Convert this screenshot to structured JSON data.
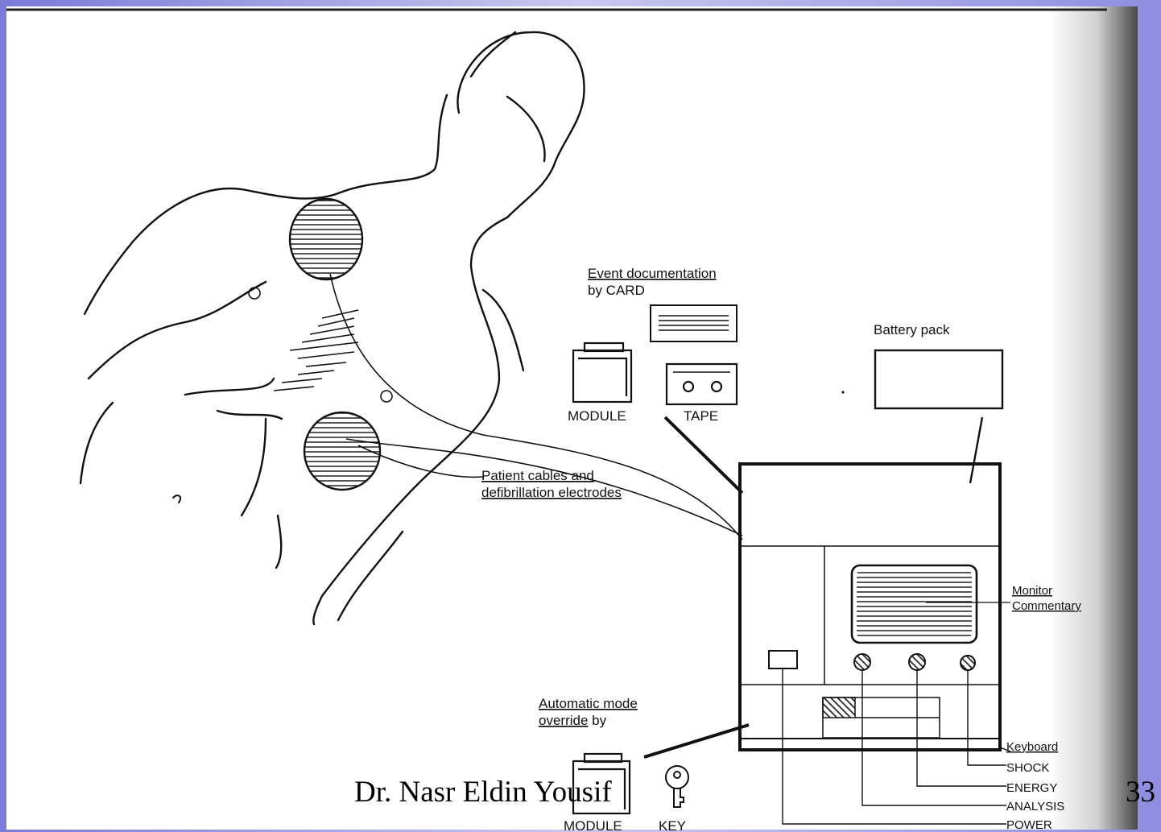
{
  "labels": {
    "event_documentation": "Event documentation",
    "by_card": "by CARD",
    "battery_pack": "Battery pack",
    "module": "MODULE",
    "tape": "TAPE",
    "patient_cables_1": "Patient cables and",
    "patient_cables_2": "defibrillation electrodes",
    "monitor": "Monitor",
    "commentary": "Commentary",
    "automatic_mode": "Automatic mode",
    "override": "override",
    "by": "by",
    "keyboard": "Keyboard",
    "shock": "SHOCK",
    "energy": "ENERGY",
    "analysis": "ANALYSIS",
    "power": "POWER",
    "module_bottom": "MODULE",
    "key": "KEY"
  },
  "footer": {
    "author": "Dr. Nasr Eldin Yousif",
    "page_number": "33"
  }
}
